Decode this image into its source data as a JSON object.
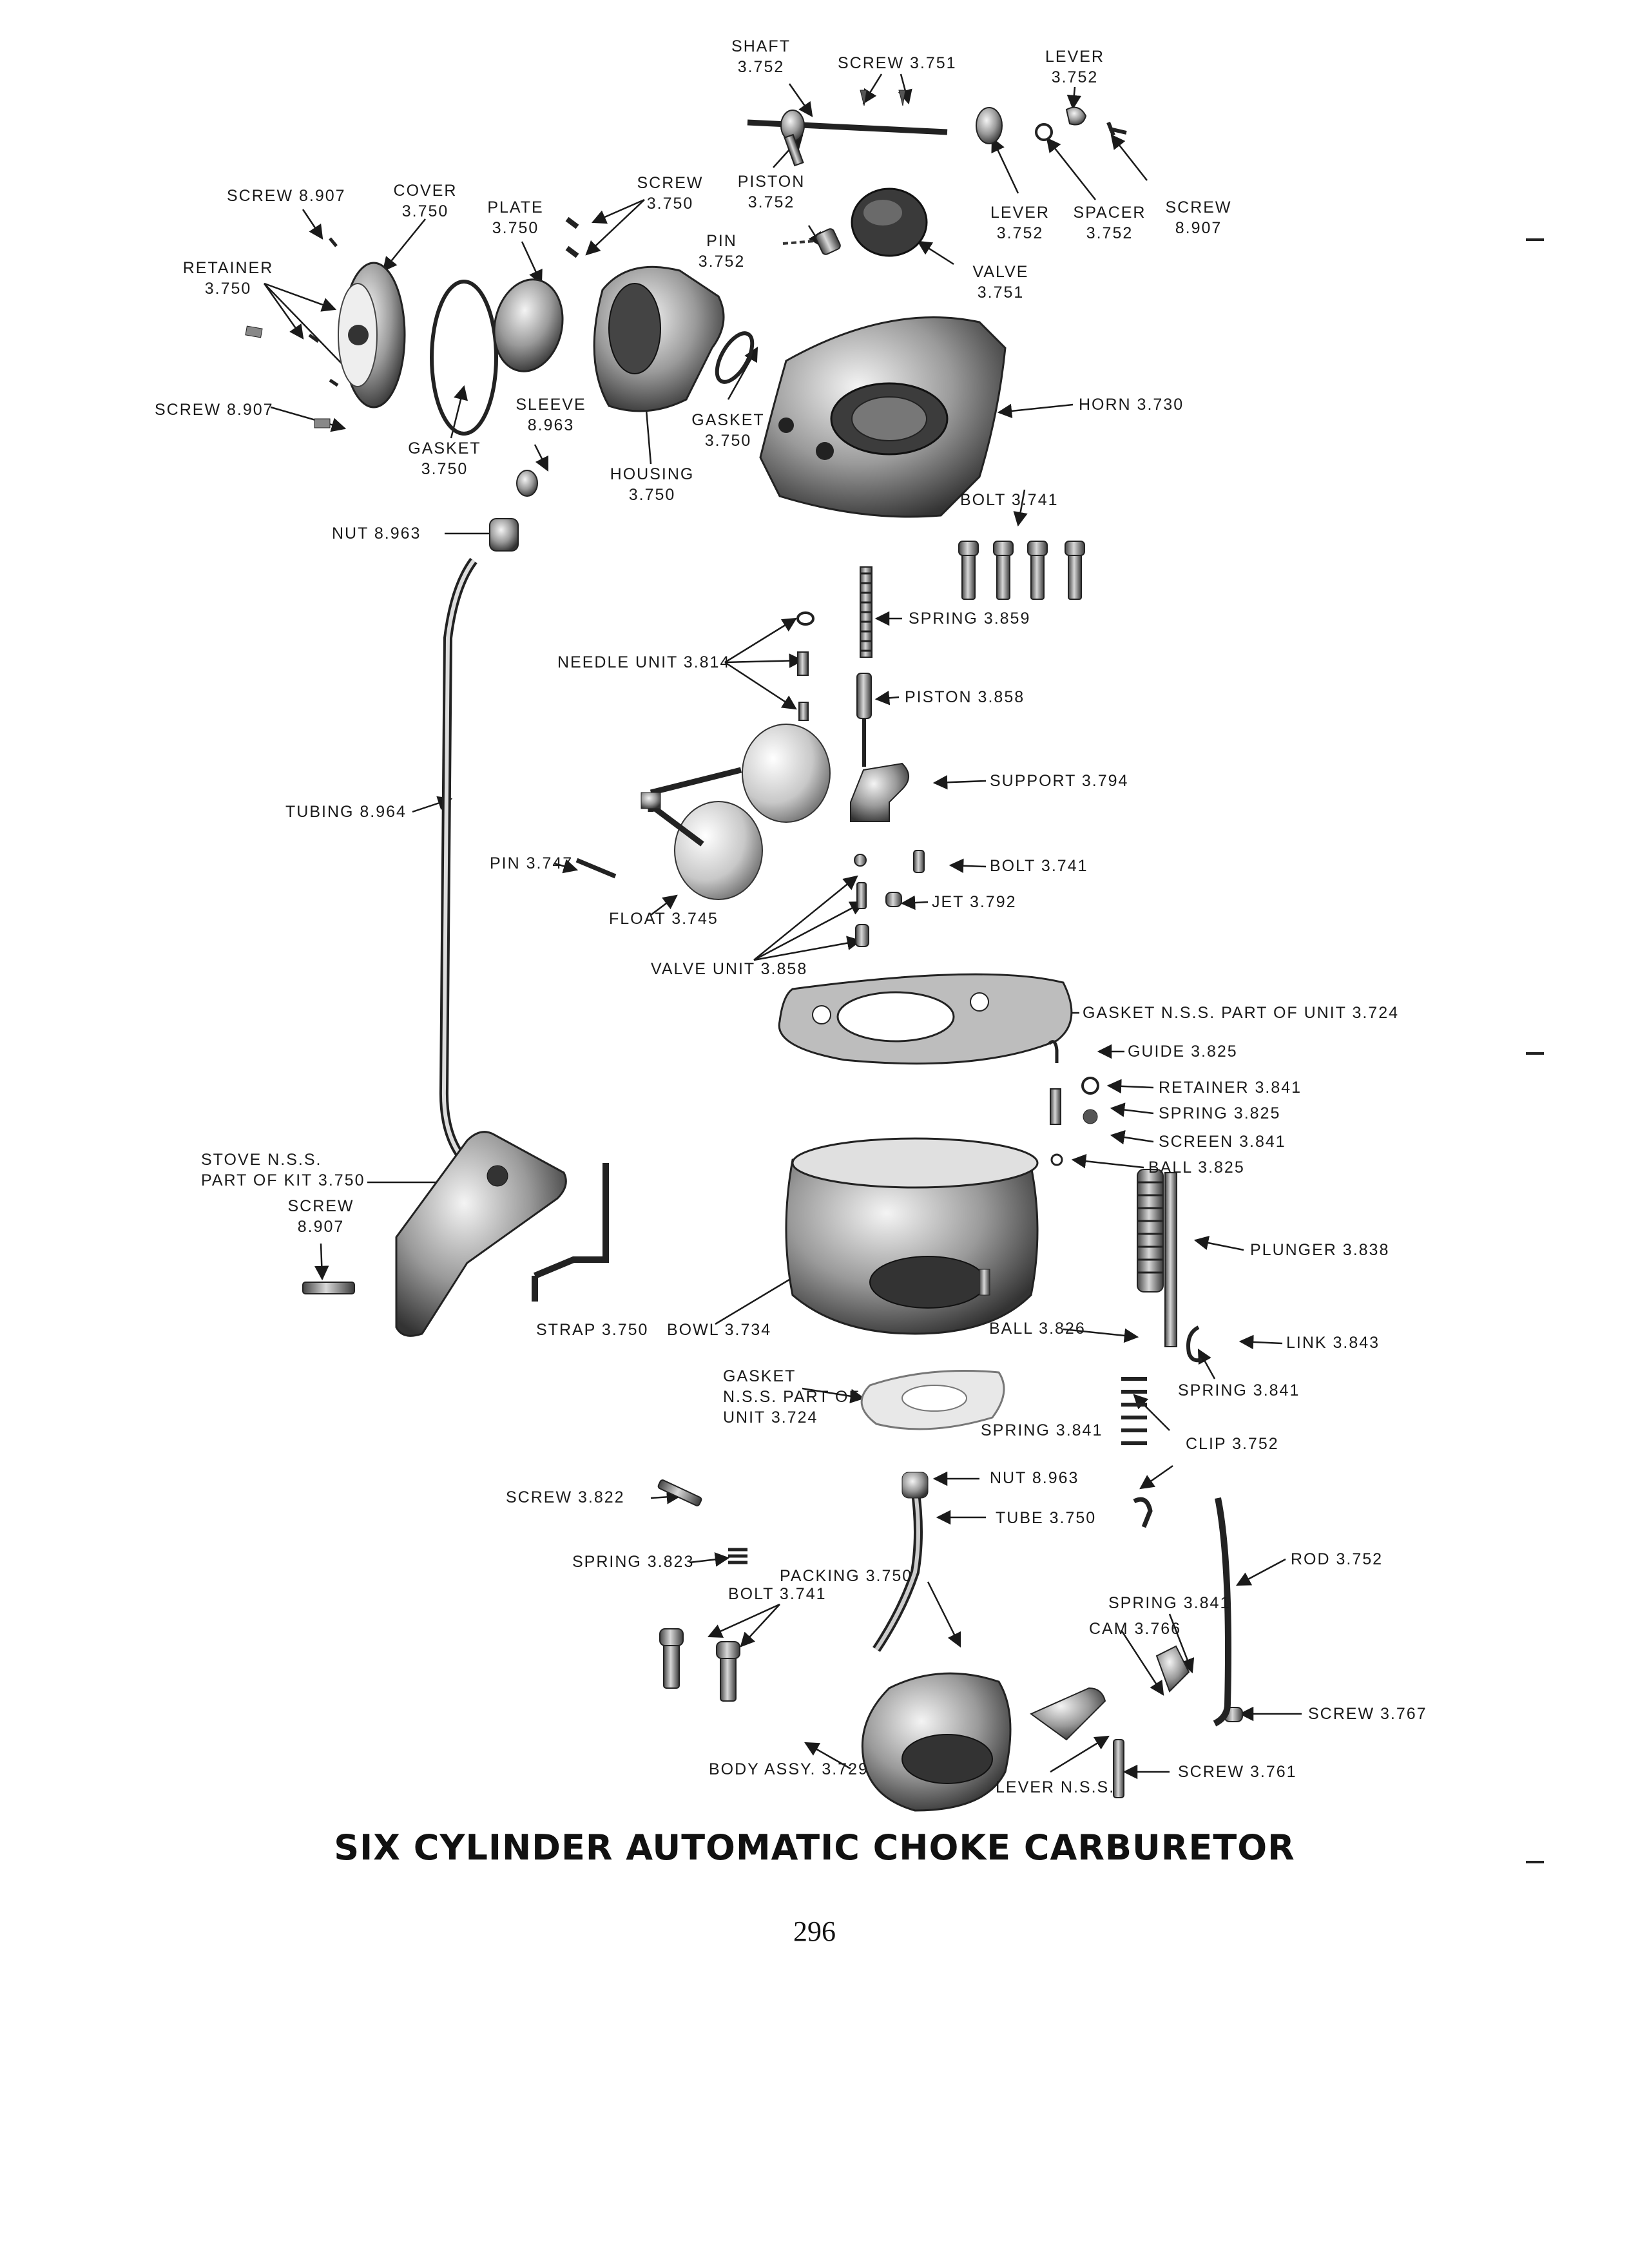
{
  "title": "SIX CYLINDER AUTOMATIC CHOKE CARBURETOR",
  "page_number": "296",
  "labels": {
    "shaft": [
      "SHAFT",
      "3.752"
    ],
    "screw_3751": "SCREW 3.751",
    "lever_top": [
      "LEVER",
      "3.752"
    ],
    "lever_mid": [
      "LEVER",
      "3.752"
    ],
    "spacer": [
      "SPACER",
      "3.752"
    ],
    "screw_8907_tr": [
      "SCREW",
      "8.907"
    ],
    "piston_3752": [
      "PISTON",
      "3.752"
    ],
    "pin_3752": [
      "PIN",
      "3.752"
    ],
    "valve_3751": [
      "VALVE",
      "3.751"
    ],
    "screw_3750_top": [
      "SCREW",
      "3.750"
    ],
    "screw_8907_l": "SCREW 8.907",
    "cover": [
      "COVER",
      "3.750"
    ],
    "plate": [
      "PLATE",
      "3.750"
    ],
    "retainer": [
      "RETAINER",
      "3.750"
    ],
    "screw_8907_ll": "SCREW 8.907",
    "gasket_3750_a": [
      "GASKET",
      "3.750"
    ],
    "sleeve": [
      "SLEEVE",
      "8.963"
    ],
    "housing": [
      "HOUSING",
      "3.750"
    ],
    "gasket_3750_b": [
      "GASKET",
      "3.750"
    ],
    "horn": "HORN 3.730",
    "nut_8963": "NUT 8.963",
    "bolt_3741_a": "BOLT 3.741",
    "spring_3859": "SPRING 3.859",
    "needle_unit": "NEEDLE UNIT 3.814",
    "piston_3858": "PISTON 3.858",
    "support": "SUPPORT 3.794",
    "tubing": "TUBING 8.964",
    "pin_3747": "PIN 3.747",
    "bolt_3741_b": "BOLT 3.741",
    "jet": "JET 3.792",
    "float": "FLOAT 3.745",
    "valve_unit": "VALVE UNIT 3.858",
    "gasket_nss_724": "GASKET N.S.S. PART OF UNIT 3.724",
    "guide": "GUIDE 3.825",
    "retainer_3841": "RETAINER 3.841",
    "spring_3825": "SPRING 3.825",
    "screen": "SCREEN 3.841",
    "ball_3825": "BALL 3.825",
    "stove": [
      "STOVE N.S.S.",
      "PART OF KIT 3.750"
    ],
    "screw_8907_stove": [
      "SCREW",
      "8.907"
    ],
    "plunger": "PLUNGER 3.838",
    "strap": "STRAP 3.750",
    "bowl": "BOWL 3.734",
    "ball_3826": "BALL 3.826",
    "link": "LINK 3.843",
    "gasket_nss_b": [
      "GASKET",
      "N.S.S. PART OF",
      "UNIT 3.724"
    ],
    "spring_3841_a": "SPRING 3.841",
    "spring_3841_b": "SPRING 3.841",
    "clip": "CLIP 3.752",
    "nut_8963_b": "NUT 8.963",
    "screw_3822": "SCREW 3.822",
    "tube_3750": "TUBE 3.750",
    "rod": "ROD 3.752",
    "spring_3823": "SPRING 3.823",
    "packing": "PACKING 3.750",
    "bolt_3741_c": "BOLT 3.741",
    "spring_3841_c": "SPRING 3.841",
    "cam": "CAM 3.766",
    "screw_3767": "SCREW 3.767",
    "body_assy": "BODY ASSY. 3.729",
    "lever_nss": "LEVER N.S.S.",
    "screw_3761": "SCREW 3.761"
  }
}
